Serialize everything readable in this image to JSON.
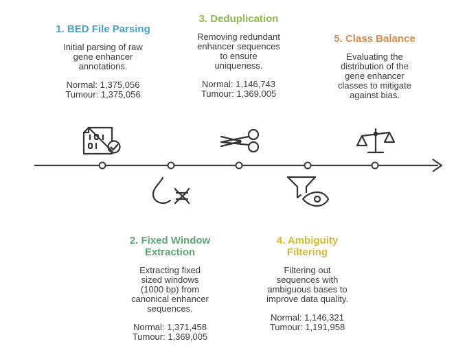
{
  "colors": {
    "step1": "#4aa0c8",
    "step2": "#5aa878",
    "step3": "#8fba4e",
    "step4": "#d8b832",
    "step5": "#d98a4e",
    "line": "#3b3b3b"
  },
  "steps": [
    {
      "title": "1. BED File Parsing",
      "description": "Initial parsing of raw\ngene enhancer\nannotations.",
      "normal": "Normal: 1,375,056",
      "tumour": "Tumour: 1,375,056",
      "icon": "document-check-icon"
    },
    {
      "title": "2. Fixed Window\nExtraction",
      "description": "Extracting fixed\nsized windows\n(1000 bp) from\ncanonical enhancer\nsequences.",
      "normal": "Normal: 1,371,458",
      "tumour": "Tumour: 1,369,005",
      "icon": "drop-dna-icon"
    },
    {
      "title": "3. Deduplication",
      "description": "Removing redundant\nenhancer sequences\nto ensure\nuniqueness.",
      "normal": "Normal: 1,146,743",
      "tumour": "Tumour: 1,369,005",
      "icon": "scissors-icon"
    },
    {
      "title": "4. Ambiguity\nFiltering",
      "description": "Filtering out\nsequences with\nambiguous bases to\nimprove data quality.",
      "normal": "Normal: 1,146,321",
      "tumour": "Tumour: 1,191,958",
      "icon": "filter-eye-icon"
    },
    {
      "title": "5. Class Balance",
      "description": "Evaluating the\ndistribution of the\ngene enhancer\nclasses to mitigate\nagainst bias.",
      "normal": "",
      "tumour": "",
      "icon": "balance-scale-icon"
    }
  ]
}
